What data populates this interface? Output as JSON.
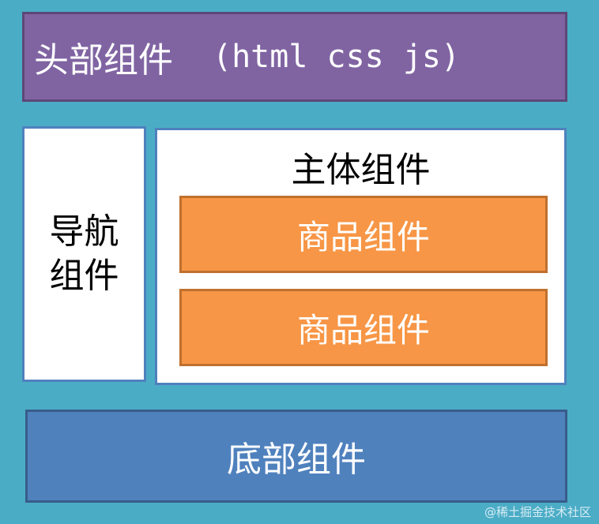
{
  "header": {
    "label": "头部组件",
    "tech": "(html css js)"
  },
  "nav": {
    "label": "导航组件"
  },
  "main": {
    "title": "主体组件",
    "products": [
      {
        "label": "商品组件"
      },
      {
        "label": "商品组件"
      }
    ]
  },
  "footer": {
    "label": "底部组件"
  },
  "watermark": "@稀土掘金技术社区",
  "colors": {
    "background": "#4bacc6",
    "header": "#8064a2",
    "nav": "#ffffff",
    "main": "#ffffff",
    "product": "#f79646",
    "footer": "#4f81bd"
  }
}
